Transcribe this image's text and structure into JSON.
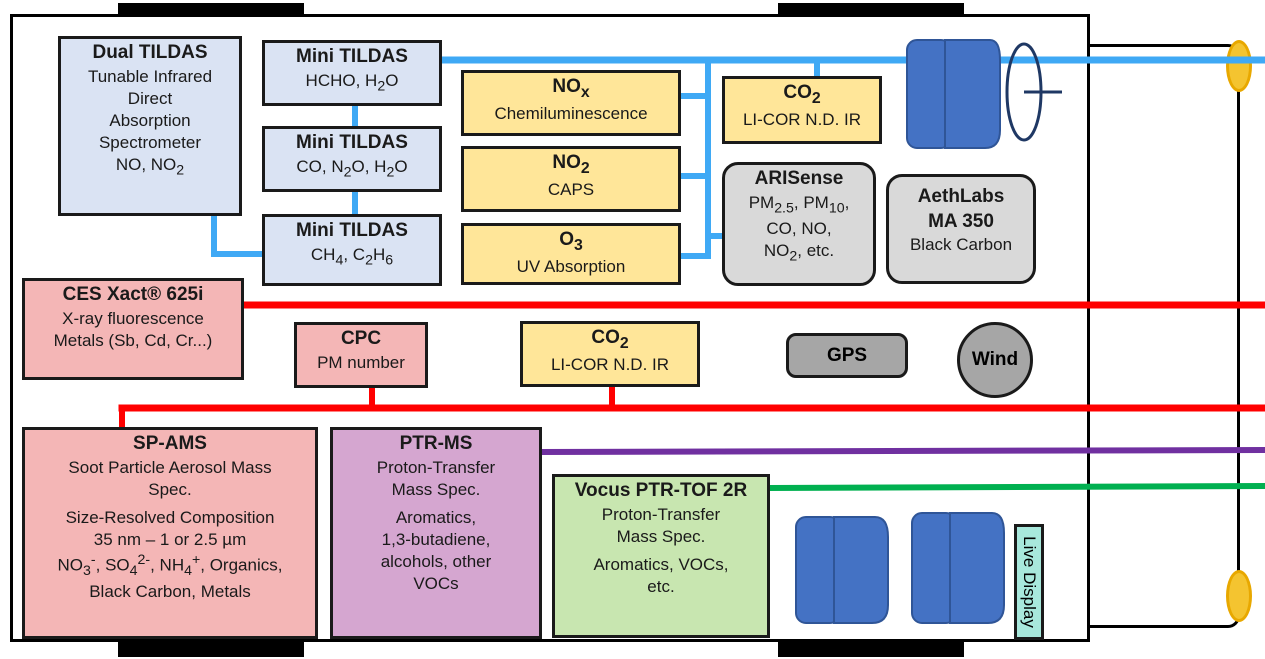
{
  "colors": {
    "gas_inlet": "#3fa9f5",
    "particle_inlet": "#ff0000",
    "ptrms_inlet": "#7030a0",
    "vocus_inlet": "#00b050",
    "instrument_blue": "#4472c4"
  },
  "instruments": {
    "dual_tildas": {
      "title": "Dual TILDAS",
      "l1": "Tunable Infrared",
      "l2": "Direct",
      "l3": "Absorption",
      "l4": "Spectrometer",
      "species": "NO, NO",
      "sub": "2"
    },
    "mini_tildas_1": {
      "title": "Mini TILDAS",
      "a": "HCHO, H",
      "a_sub": "2",
      "b": "O"
    },
    "mini_tildas_2": {
      "title": "Mini TILDAS",
      "a": "CO, N",
      "a_sub": "2",
      "b": "O, H",
      "b_sub": "2",
      "c": "O"
    },
    "mini_tildas_3": {
      "title": "Mini TILDAS",
      "a": "CH",
      "a_sub": "4",
      "b": ", C",
      "b_sub": "2",
      "c": "H",
      "c_sub": "6"
    },
    "nox": {
      "title": "NO",
      "title_sub": "x",
      "desc": "Chemiluminescence"
    },
    "no2": {
      "title": "NO",
      "title_sub": "2",
      "desc": "CAPS"
    },
    "o3": {
      "title": "O",
      "title_sub": "3",
      "desc": "UV Absorption"
    },
    "co2_top": {
      "title": "CO",
      "title_sub": "2",
      "desc": "LI-COR N.D. IR"
    },
    "arisense": {
      "title": "ARISense",
      "l1a": "PM",
      "l1a_sub": "2.5",
      "l1b": ", PM",
      "l1b_sub": "10",
      "l1c": ",",
      "l2": "CO, NO,",
      "l3": "NO",
      "l3_sub": "2",
      "l3b": ", etc."
    },
    "aethlabs": {
      "title": "AethLabs",
      "title2": "MA 350",
      "desc": "Black Carbon"
    },
    "ces_xact": {
      "title": "CES Xact® 625i",
      "l1": "X-ray fluorescence",
      "l2": "Metals (Sb, Cd, Cr...)"
    },
    "cpc": {
      "title": "CPC",
      "desc": "PM number"
    },
    "co2_mid": {
      "title": "CO",
      "title_sub": "2",
      "desc": "LI-COR N.D. IR"
    },
    "gps": {
      "label": "GPS"
    },
    "wind": {
      "label": "Wind"
    },
    "sp_ams": {
      "title": "SP-AMS",
      "l1": "Soot Particle Aerosol Mass",
      "l2": "Spec.",
      "l3": "Size-Resolved Composition",
      "l4": "35 nm – 1 or 2.5 µm",
      "l5a": "NO",
      "l5a_sub": "3",
      "l5a_sup": "-",
      "l5b": ", SO",
      "l5b_sub": "4",
      "l5b_sup": "2-",
      "l5c": ", NH",
      "l5c_sub": "4",
      "l5c_sup": "+",
      "l5d": ", Organics,",
      "l6": "Black Carbon, Metals"
    },
    "ptr_ms": {
      "title": "PTR-MS",
      "l1": "Proton-Transfer",
      "l2": "Mass Spec.",
      "l3": "Aromatics,",
      "l4": "1,3-butadiene,",
      "l5": "alcohols, other",
      "l6": "VOCs"
    },
    "vocus": {
      "title": "Vocus PTR-TOF 2R",
      "l1": "Proton-Transfer",
      "l2": "Mass Spec.",
      "l3": "Aromatics, VOCs,",
      "l4": "etc."
    },
    "live_display": {
      "label": "Live Display"
    }
  }
}
